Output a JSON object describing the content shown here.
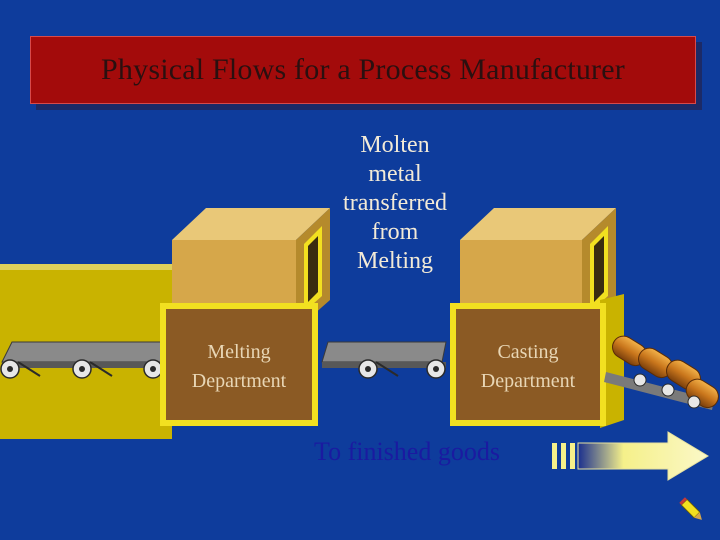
{
  "title": "Physical Flows for a Process Manufacturer",
  "caption_lines": [
    "Molten",
    "metal",
    "transferred",
    "from",
    "Melting"
  ],
  "departments": {
    "melting": {
      "line1": "Melting",
      "line2": "Department"
    },
    "casting": {
      "line1": "Casting",
      "line2": "Department"
    }
  },
  "bottom_label": "To finished goods",
  "colors": {
    "background": "#0e3c9c",
    "title_fill": "#a30b0b",
    "box_face": "#d6a74a",
    "dept_panel": "#8b5a24",
    "dept_border": "#f2e020",
    "wall": "#c9b300",
    "arrow": "#f5f08a"
  },
  "icons": [
    "pencil-icon"
  ]
}
